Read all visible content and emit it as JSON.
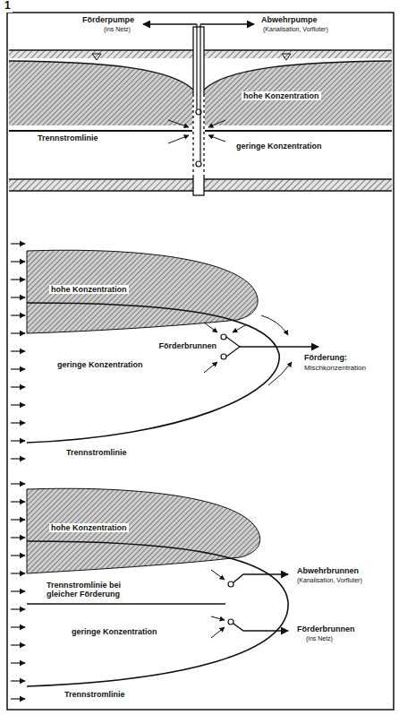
{
  "diagram": {
    "labels": [
      "1",
      "Förderpumpe",
      "(ins Netz)",
      "Abwehrpumpe",
      "(Kanalisation, Vorfluter)",
      "hohe Konzentration",
      "Trennstromlinie",
      "geringe Konzentration",
      "hohe Konzentration",
      "Förderbrunnen",
      "geringe Konzentration",
      "Förderung:",
      "Mischkonzentration",
      "Trennstromlinie",
      "hohe Konzentration",
      "Abwehrbrunnen",
      "(Kanalisation, Vorfluter)",
      "Trennstromlinie bei gleicher Förderung",
      "geringe Konzentration",
      "Förderbrunnen",
      "(ins Netz)",
      "Trennstromlinie"
    ]
  }
}
